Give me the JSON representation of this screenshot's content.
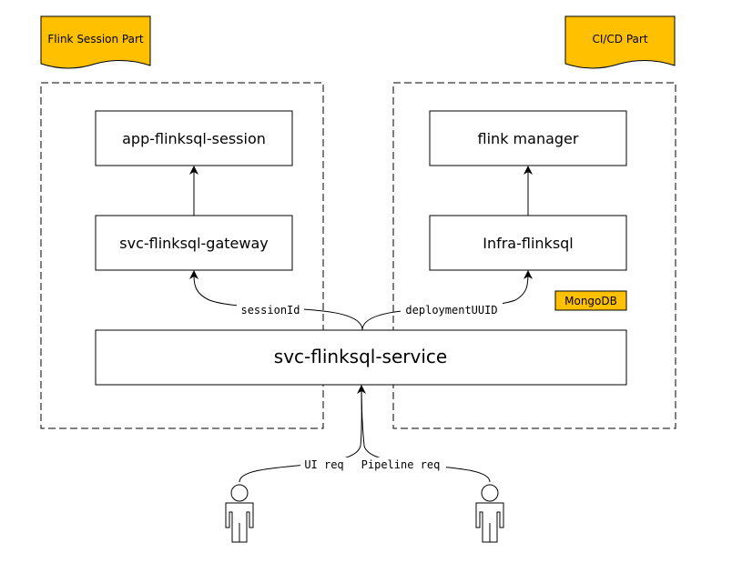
{
  "colors": {
    "accent": "#FFC000",
    "stroke": "#000000",
    "background": "#FFFFFF"
  },
  "notes": {
    "flink_session": "Flink Session Part",
    "cicd": "CI/CD Part"
  },
  "boxes": {
    "app_session": "app-flinksql-session",
    "gateway": "svc-flinksql-gateway",
    "flink_manager": "flink manager",
    "infra": "Infra-flinksql",
    "service": "svc-flinksql-service"
  },
  "tags": {
    "mongodb": "MongoDB"
  },
  "edges": {
    "session_id": "sessionId",
    "deployment_uuid": "deploymentUUID",
    "ui_req": "UI req",
    "pipeline_req": "Pipeline req"
  },
  "actors": [
    "user-figure-left",
    "user-figure-right"
  ]
}
